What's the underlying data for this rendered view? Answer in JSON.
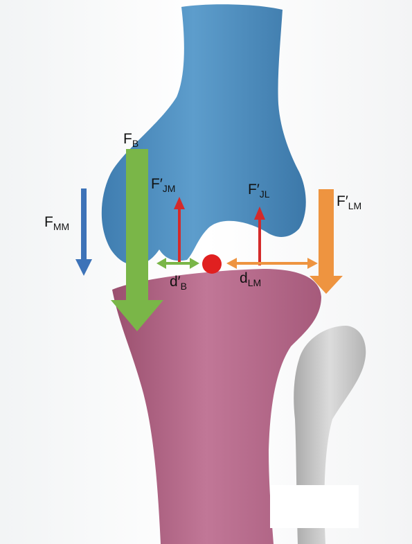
{
  "labels": {
    "fb": {
      "main": "F",
      "sub": "B"
    },
    "fmm": {
      "main": "F",
      "sub": "MM"
    },
    "fjm": {
      "main": "F′",
      "sub": "JM"
    },
    "fjl": {
      "main": "F′",
      "sub": "JL"
    },
    "flm": {
      "main": "F′",
      "sub": "LM"
    },
    "db": {
      "main": "d′",
      "sub": "B"
    },
    "dlm": {
      "main": "d",
      "sub": "LM"
    }
  },
  "colors": {
    "femur": "#4f8fbf",
    "tibia": "#b86a8c",
    "fibula": "#c4c4c4",
    "force_b": "#7ab648",
    "force_mm": "#3d73b8",
    "force_lm": "#ee9440",
    "joint_reaction": "#d42a2a",
    "pivot": "#e02020"
  }
}
